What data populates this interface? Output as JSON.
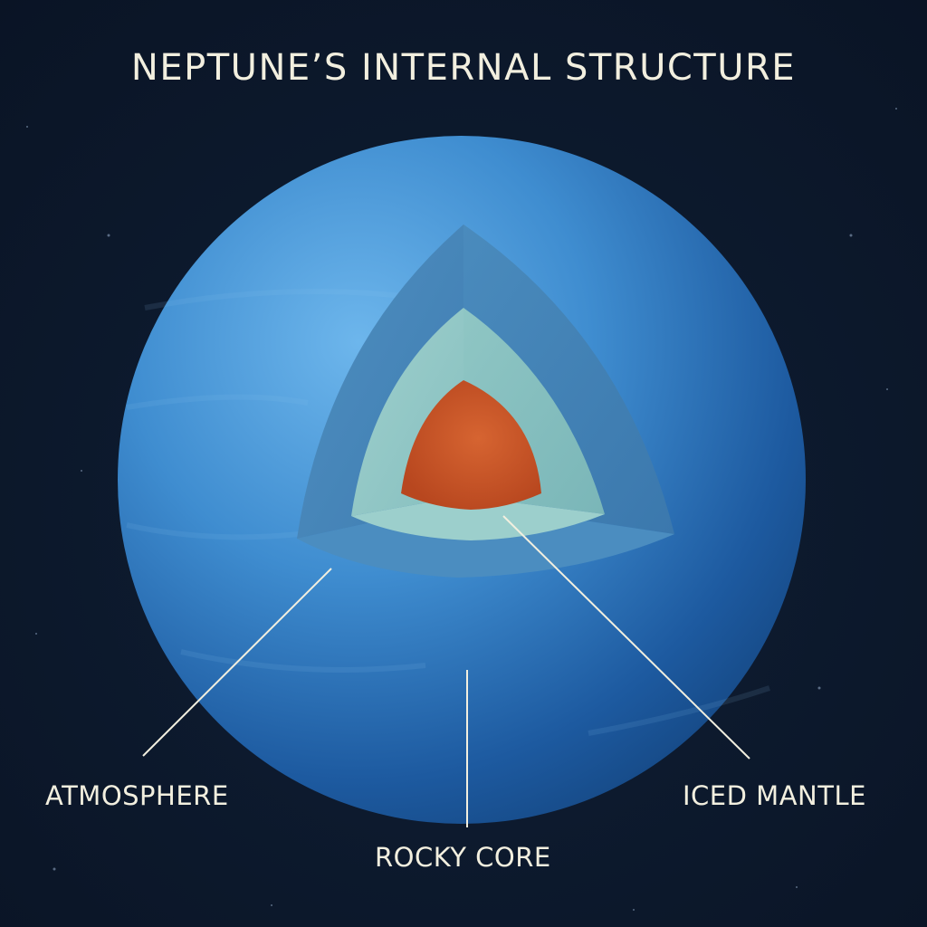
{
  "title": "NEPTUNE’S INTERNAL STRUCTURE",
  "labels": {
    "atmosphere": "ATMOSPHERE",
    "rocky_core": "ROCKY CORE",
    "iced_mantle": "ICED MANTLE"
  },
  "colors": {
    "background": "#0b1526",
    "planet_light": "#5aa8e4",
    "planet_dark": "#1b4f93",
    "outer_layer": "#4a8bbd",
    "mantle": "#93c9c8",
    "core": "#c8532a",
    "label_text": "#f2efdf"
  }
}
